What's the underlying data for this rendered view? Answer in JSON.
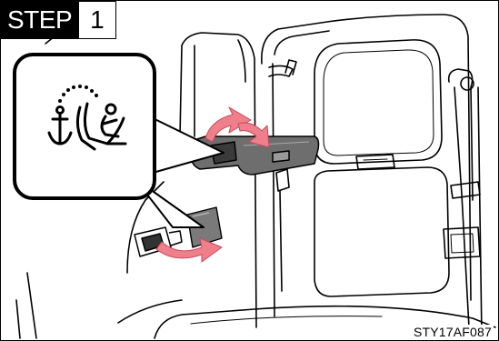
{
  "step": {
    "word": "STEP",
    "number": "1"
  },
  "figure_code": "STY17AF087",
  "callout_icon": "child-seat-anchor-icon",
  "colors": {
    "line": "#000000",
    "background": "#ffffff",
    "shade": "#6e6e6e",
    "arrow": "#ef7f8b"
  }
}
